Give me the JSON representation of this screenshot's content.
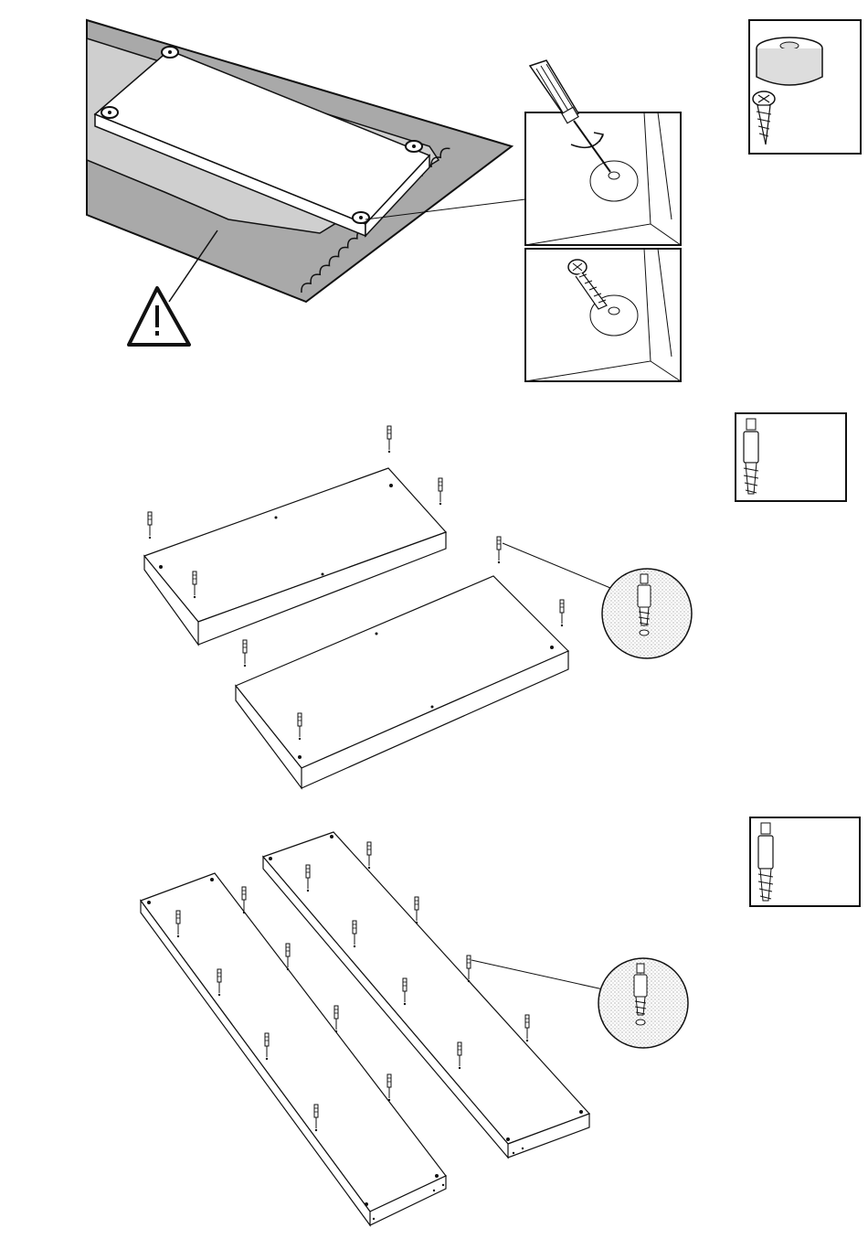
{
  "page": {
    "background": "#ffffff",
    "ink": "#111111",
    "carpet": "#a9a9a9",
    "carpet_light": "#cfcfcf",
    "board_fill": "#ffffff"
  },
  "steps": [
    {
      "id": "step-1",
      "warning_icon": "warning-triangle-icon",
      "hardware_icon": "furniture-glide-pad-with-screw-icon",
      "detail_views": [
        "screwdriver-drilling-icon",
        "screw-into-pad-icon"
      ]
    },
    {
      "id": "step-2",
      "hardware_icon": "cam-dowel-bolt-icon",
      "detail_view": "dowel-zoom-icon",
      "boards": 2
    },
    {
      "id": "step-3",
      "hardware_icon": "cam-dowel-bolt-icon",
      "detail_view": "dowel-zoom-icon",
      "boards": 2
    }
  ]
}
